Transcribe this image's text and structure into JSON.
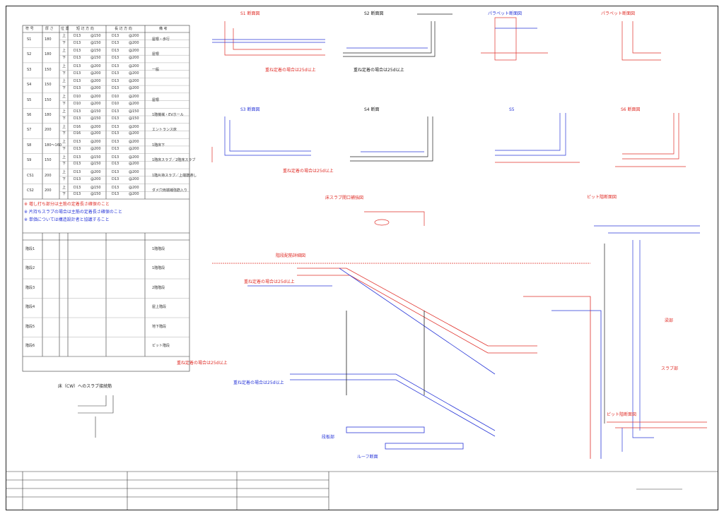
{
  "schedule_table": {
    "headers": [
      "符 号",
      "厚 さ",
      "位 置",
      "短 辺 方 向",
      "長 辺 方 向",
      "備 考"
    ],
    "rows": [
      {
        "sym": "S1",
        "thk": "180",
        "upper": [
          "D13",
          "@150",
          "D13",
          "@200"
        ],
        "note": "屋根・歩行"
      },
      {
        "sym": "S2",
        "thk": "180",
        "upper": [
          "D13",
          "@150",
          "D13",
          "@200"
        ],
        "note": "屋根"
      },
      {
        "sym": "S3",
        "thk": "150",
        "upper": [
          "D13",
          "@200",
          "D13",
          "@200"
        ],
        "note": "一般"
      },
      {
        "sym": "S4",
        "thk": "150",
        "upper": [
          "D13",
          "@200",
          "D13",
          "@200"
        ],
        "note": ""
      },
      {
        "sym": "S5",
        "thk": "150",
        "upper": [
          "D10",
          "@200",
          "D10",
          "@200"
        ],
        "note": "屋根"
      },
      {
        "sym": "S6",
        "thk": "180",
        "upper": [
          "D13",
          "@150",
          "D13",
          "@150"
        ],
        "note": "1階機械・EVホール"
      },
      {
        "sym": "S7",
        "thk": "200",
        "upper": [
          "D16",
          "@200",
          "D13",
          "@200"
        ],
        "note": "エントランス床"
      },
      {
        "sym": "S8",
        "thk": "180〜160",
        "upper": [
          "D13",
          "@200",
          "D13",
          "@200"
        ],
        "note": "1階床下"
      },
      {
        "sym": "S9",
        "thk": "150",
        "upper": [
          "D13",
          "@150",
          "D13",
          "@200"
        ],
        "note": "1階床スラブ／2階床スラブ"
      },
      {
        "sym": "CS1",
        "thk": "200",
        "upper": [
          "D13",
          "@200",
          "D13",
          "@200"
        ],
        "note": "1階片持スラブ／上端筋通し"
      },
      {
        "sym": "CS2",
        "thk": "200",
        "upper": [
          "D13",
          "@150",
          "D13",
          "@200"
        ],
        "note": "ダメ穴両端補強筋入り"
      }
    ],
    "notes": [
      "※ 増し打ち部分は主筋の定着長さ確保のこと",
      "※ 片持ちスラブの場合は主筋の定着長さ確保のこと",
      "※ 単価については構造設計者と協議すること"
    ]
  },
  "stair_table": {
    "rows": [
      {
        "sym": "階段1",
        "note": "1階階段"
      },
      {
        "sym": "階段2",
        "note": "1階階段"
      },
      {
        "sym": "階段3",
        "note": "2階階段"
      },
      {
        "sym": "階段4",
        "note": "屋上階段"
      },
      {
        "sym": "階段5",
        "note": "地下階段"
      },
      {
        "sym": "階段6",
        "note": "ピット階段"
      }
    ]
  },
  "labels": {
    "sec_a1": "S1 断面図",
    "sec_a2": "S2 断面図",
    "sec_a3": "パラペット断面図",
    "sec_a4": "パラペット断面図",
    "sec_b1": "S3 断面図",
    "sec_b2": "S4 断面",
    "sec_b3": "S5",
    "sec_b4": "S6 断面図",
    "note_anchor1": "重ね定着の場合は25d以上",
    "note_anchor2": "重ね定着の場合は25d以上",
    "note_anchor3": "重ね定着の場合は25d以上",
    "slab_open": "床スラブ開口補強図",
    "pit_detail": "ピット階断面図",
    "stair_title": "階段配筋詳細図",
    "stair_note1": "重ね定着の場合は25d以上",
    "stair_note2": "重ね定着の場合は25d以上",
    "stair_note3": "重ね定着の場合は25d以上",
    "beam_a": "梁部",
    "beam_b": "スラブ部",
    "pit_detail2": "ピット階断面図",
    "stair_slab": "段板部",
    "stair_slab2": "ルーフ断面",
    "cantilever_title": "床（CW）へのスラブ接続筋"
  },
  "colors": {
    "red": "#e0302a",
    "blue": "#2a38d8",
    "line": "#222222"
  }
}
